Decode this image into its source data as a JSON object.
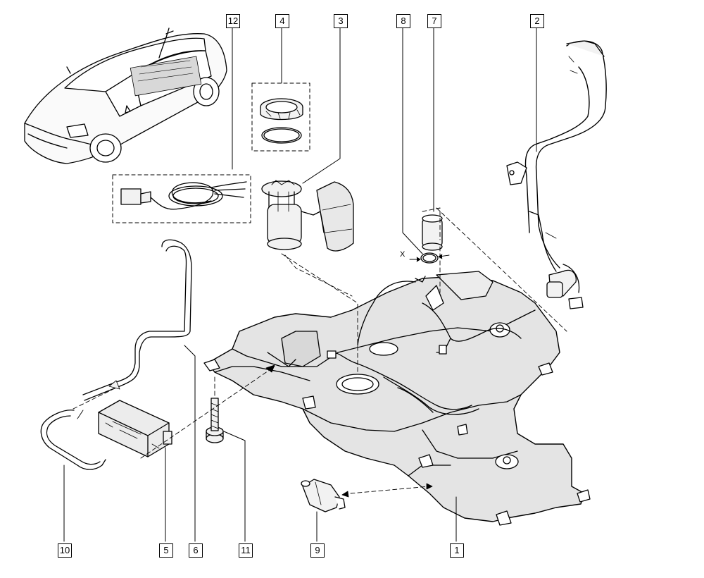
{
  "callouts": {
    "c12": "12",
    "c4": "4",
    "c3": "3",
    "c8": "8",
    "c7": "7",
    "c2": "2",
    "c10": "10",
    "c5": "5",
    "c6": "6",
    "c11": "11",
    "c9": "9",
    "c1": "1"
  },
  "x_mark": "X",
  "colors": {
    "line": "#000000",
    "part_fill": "#f2f2f2",
    "tank_fill": "#e4e4e4",
    "background": "#ffffff"
  }
}
